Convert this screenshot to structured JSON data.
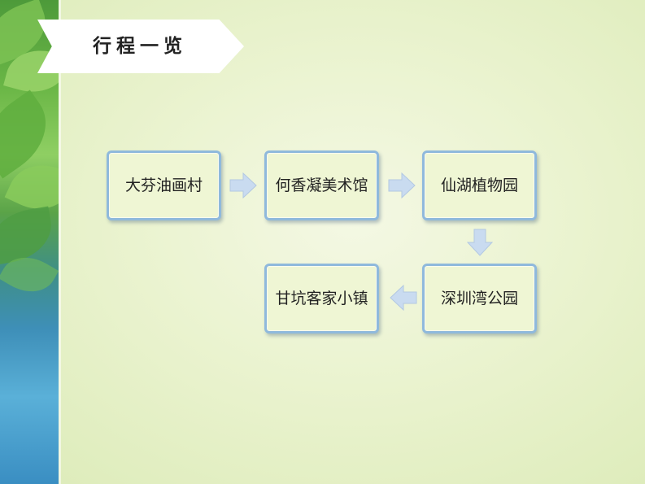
{
  "slide": {
    "title": "行程一览"
  },
  "flow": {
    "steps": [
      {
        "label": "大芬油画村"
      },
      {
        "label": "何香凝美术馆"
      },
      {
        "label": "仙湖植物园"
      },
      {
        "label": "深圳湾公园"
      },
      {
        "label": "甘坑客家小镇"
      }
    ],
    "arrow_color": "#c9dbf0"
  },
  "colors": {
    "box_fill": "#eff6d4",
    "box_border": "#8fb9dc",
    "background": "#eaf3cf"
  }
}
